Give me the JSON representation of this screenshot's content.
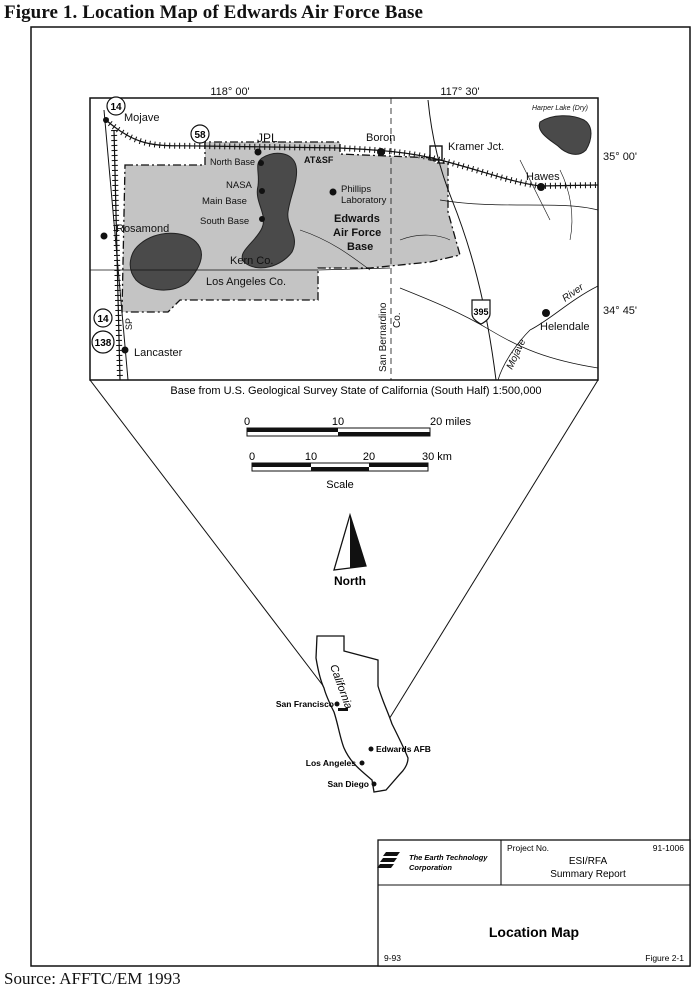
{
  "figure_title": "Figure 1. Location Map of Edwards Air Force Base",
  "source": "Source: AFFTC/EM 1993",
  "inset_map": {
    "lon_labels": [
      "118° 00'",
      "117° 30'"
    ],
    "lat_labels": [
      "35° 00'",
      "34° 45'"
    ],
    "places": {
      "mojave": "Mojave",
      "jpl": "JPL",
      "boron": "Boron",
      "kramer": "Kramer Jct.",
      "harper": "Harper Lake (Dry)",
      "hawes": "Hawes",
      "north_base": "North Base",
      "atsf": "AT&SF",
      "nasa": "NASA",
      "main_base": "Main Base",
      "south_base": "South Base",
      "phillips_1": "Phillips",
      "phillips_2": "Laboratory",
      "edwards_1": "Edwards",
      "edwards_2": "Air Force",
      "edwards_3": "Base",
      "rosamond": "Rosamond",
      "kern": "Kern Co.",
      "los_angeles_co": "Los Angeles Co.",
      "san_bernardino_1": "San Bernardino",
      "san_bernardino_2": "Co.",
      "river": "River",
      "mojave_river": "Mojave",
      "helendale": "Helendale",
      "lancaster": "Lancaster",
      "sp": "SP"
    },
    "routes": {
      "r14a": "14",
      "r58": "58",
      "r14b": "14",
      "r138": "138",
      "r395": "395"
    },
    "base_credit": "Base from U.S. Geological Survey State of California (South Half) 1:500,000"
  },
  "scale": {
    "miles_ticks": [
      "0",
      "10",
      "20 miles"
    ],
    "km_ticks": [
      "0",
      "10",
      "20",
      "30 km"
    ],
    "label": "Scale"
  },
  "north_label": "North",
  "california_map": {
    "state_label": "California",
    "cities": [
      "San Francisco",
      "Edwards AFB",
      "Los Angeles",
      "San Diego"
    ]
  },
  "title_block": {
    "company_1": "The Earth Technology",
    "company_2": "Corporation",
    "project_no_label": "Project No.",
    "project_no": "91-1006",
    "report_1": "ESI/RFA",
    "report_2": "Summary Report",
    "map_title": "Location Map",
    "date": "9-93",
    "figure_no": "Figure 2-1"
  },
  "colors": {
    "base_area": "#c4c4c4",
    "lake": "#4a4a4a",
    "ink": "#111111"
  }
}
